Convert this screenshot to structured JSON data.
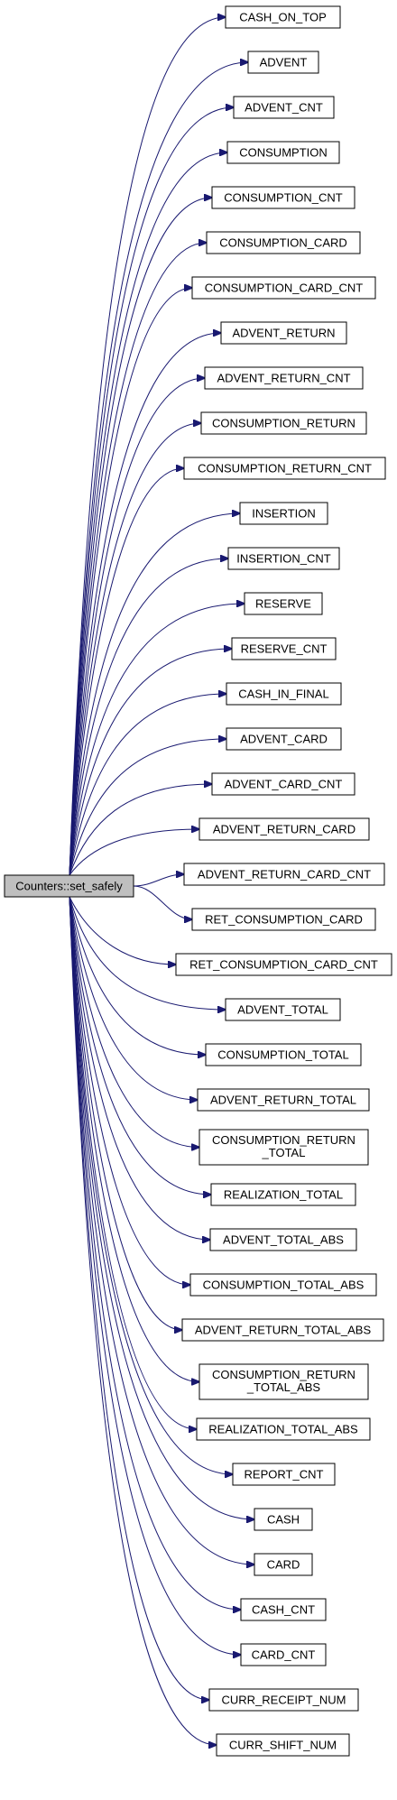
{
  "graph": {
    "root": {
      "label": "Counters::set_safely"
    },
    "edge_color": "#191970",
    "root_fill": "#bfbfbf",
    "nodes": [
      {
        "id": "cash-on-top",
        "lines": [
          "CASH_ON_TOP"
        ]
      },
      {
        "id": "advent",
        "lines": [
          "ADVENT"
        ]
      },
      {
        "id": "advent-cnt",
        "lines": [
          "ADVENT_CNT"
        ]
      },
      {
        "id": "consumption",
        "lines": [
          "CONSUMPTION"
        ]
      },
      {
        "id": "consumption-cnt",
        "lines": [
          "CONSUMPTION_CNT"
        ]
      },
      {
        "id": "consumption-card",
        "lines": [
          "CONSUMPTION_CARD"
        ]
      },
      {
        "id": "consumption-card-cnt",
        "lines": [
          "CONSUMPTION_CARD_CNT"
        ]
      },
      {
        "id": "advent-return",
        "lines": [
          "ADVENT_RETURN"
        ]
      },
      {
        "id": "advent-return-cnt",
        "lines": [
          "ADVENT_RETURN_CNT"
        ]
      },
      {
        "id": "consumption-return",
        "lines": [
          "CONSUMPTION_RETURN"
        ]
      },
      {
        "id": "consumption-return-cnt",
        "lines": [
          "CONSUMPTION_RETURN_CNT"
        ]
      },
      {
        "id": "insertion",
        "lines": [
          "INSERTION"
        ]
      },
      {
        "id": "insertion-cnt",
        "lines": [
          "INSERTION_CNT"
        ]
      },
      {
        "id": "reserve",
        "lines": [
          "RESERVE"
        ]
      },
      {
        "id": "reserve-cnt",
        "lines": [
          "RESERVE_CNT"
        ]
      },
      {
        "id": "cash-in-final",
        "lines": [
          "CASH_IN_FINAL"
        ]
      },
      {
        "id": "advent-card",
        "lines": [
          "ADVENT_CARD"
        ]
      },
      {
        "id": "advent-card-cnt",
        "lines": [
          "ADVENT_CARD_CNT"
        ]
      },
      {
        "id": "advent-return-card",
        "lines": [
          "ADVENT_RETURN_CARD"
        ]
      },
      {
        "id": "advent-return-card-cnt",
        "lines": [
          "ADVENT_RETURN_CARD_CNT"
        ]
      },
      {
        "id": "ret-consumption-card",
        "lines": [
          "RET_CONSUMPTION_CARD"
        ]
      },
      {
        "id": "ret-consumption-card-cnt",
        "lines": [
          "RET_CONSUMPTION_CARD_CNT"
        ]
      },
      {
        "id": "advent-total",
        "lines": [
          "ADVENT_TOTAL"
        ]
      },
      {
        "id": "consumption-total",
        "lines": [
          "CONSUMPTION_TOTAL"
        ]
      },
      {
        "id": "advent-return-total",
        "lines": [
          "ADVENT_RETURN_TOTAL"
        ]
      },
      {
        "id": "consumption-return-total",
        "lines": [
          "CONSUMPTION_RETURN",
          "_TOTAL"
        ]
      },
      {
        "id": "realization-total",
        "lines": [
          "REALIZATION_TOTAL"
        ]
      },
      {
        "id": "advent-total-abs",
        "lines": [
          "ADVENT_TOTAL_ABS"
        ]
      },
      {
        "id": "consumption-total-abs",
        "lines": [
          "CONSUMPTION_TOTAL_ABS"
        ]
      },
      {
        "id": "advent-return-total-abs",
        "lines": [
          "ADVENT_RETURN_TOTAL_ABS"
        ]
      },
      {
        "id": "consumption-return-total-abs",
        "lines": [
          "CONSUMPTION_RETURN",
          "_TOTAL_ABS"
        ]
      },
      {
        "id": "realization-total-abs",
        "lines": [
          "REALIZATION_TOTAL_ABS"
        ]
      },
      {
        "id": "report-cnt",
        "lines": [
          "REPORT_CNT"
        ]
      },
      {
        "id": "cash",
        "lines": [
          "CASH"
        ]
      },
      {
        "id": "card",
        "lines": [
          "CARD"
        ]
      },
      {
        "id": "cash-cnt",
        "lines": [
          "CASH_CNT"
        ]
      },
      {
        "id": "card-cnt",
        "lines": [
          "CARD_CNT"
        ]
      },
      {
        "id": "curr-receipt-num",
        "lines": [
          "CURR_RECEIPT_NUM"
        ]
      },
      {
        "id": "curr-shift-num",
        "lines": [
          "CURR_SHIFT_NUM"
        ]
      }
    ]
  }
}
